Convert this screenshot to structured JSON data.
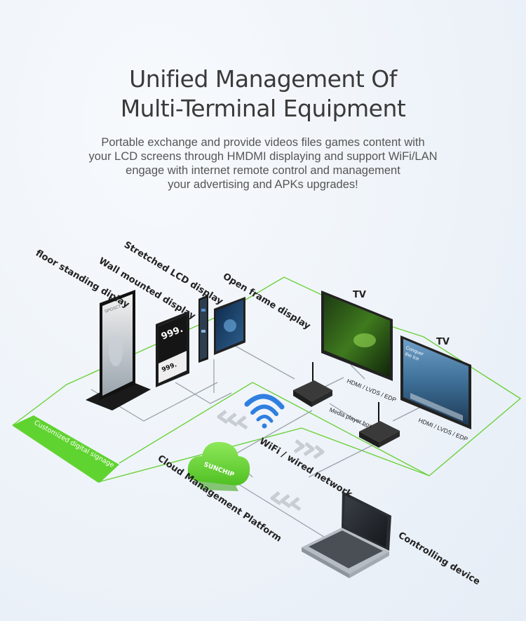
{
  "title": {
    "line1": "Unified Management Of",
    "line2": "Multi-Terminal Equipment"
  },
  "description": {
    "line1": "Portable exchange and provide videos files  games content with",
    "line2": "your LCD screens through HMDMI displaying and support WiFi/LAN",
    "line3": "engage with internet remote control and management",
    "line4": "your advertising and APKs upgrades!"
  },
  "labels": {
    "floor_standing": "floor standing diplay",
    "wall_mounted": "Wall mounted display",
    "stretched_lcd": "Stretched LCD display",
    "open_frame": "Open frame display",
    "tv_1": "TV",
    "tv_2": "TV",
    "hdmi_1": "HDMI / LVDS / EDP",
    "hdmi_2": "HDMI / LVDS / EDP",
    "media_box": "Media player box",
    "customized_signage": "Customized digital signage",
    "wifi_network": "WiFi / wired network",
    "cloud_platform": "Cloud Management Platform",
    "cloud_brand": "SUNCHIP",
    "controlling_device": "Controlling device"
  },
  "screens": {
    "floor_brand": "SPDSCT",
    "wall_price": "999.",
    "wall_price_small": "999.",
    "tv2_text_1": "Conquer",
    "tv2_text_2": "the Ice"
  },
  "colors": {
    "accent_green": "#5fd32f",
    "line_green": "#6bd13a",
    "wifi_blue": "#2f7fe0",
    "cloud_green": "#6ad43a"
  }
}
